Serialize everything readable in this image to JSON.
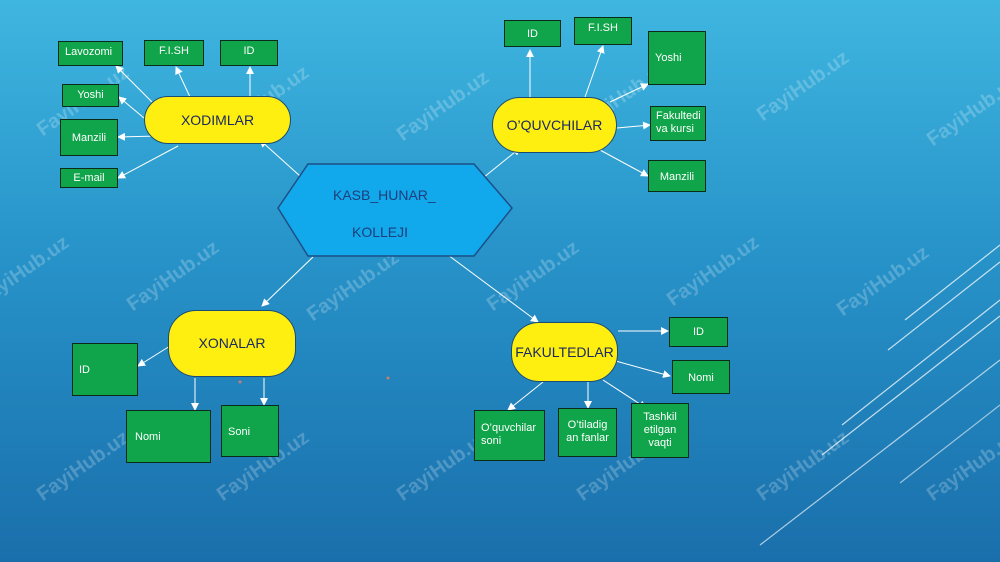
{
  "center": {
    "line1": "KASB_HUNAR_",
    "line2": "KOLLEJI"
  },
  "hubs": {
    "xodimlar": "XODIMLAR",
    "oquvchilar": "O’QUVCHILAR",
    "xonalar": "XONALAR",
    "fakultetlar": "FAKULTEDLAR"
  },
  "xodimlar_attrs": {
    "lavozimi": "Lavozomi",
    "fish": "F.I.SH",
    "id": "ID",
    "yoshi": "Yoshi",
    "manzili": "Manzili",
    "email": "E-mail"
  },
  "oquvchilar_attrs": {
    "id": "ID",
    "fish": "F.I.SH",
    "yoshi": "Yoshi",
    "fakultet": "Fakultedi va kursi",
    "manzili": "Manzili"
  },
  "xonalar_attrs": {
    "id": "ID",
    "nomi": "Nomi",
    "soni": "Soni"
  },
  "fakultet_attrs": {
    "id": "ID",
    "nomi": "Nomi",
    "oquvchilar_soni": "O’quvchilar soni",
    "fanlar": "O’tiladig an fanlar",
    "tashkil": "Tashkil etilgan vaqti"
  },
  "watermark": "FayiHub.uz",
  "colors": {
    "hub": "#ffef10",
    "attribute": "#10a54a",
    "center": "#12a9ec"
  }
}
